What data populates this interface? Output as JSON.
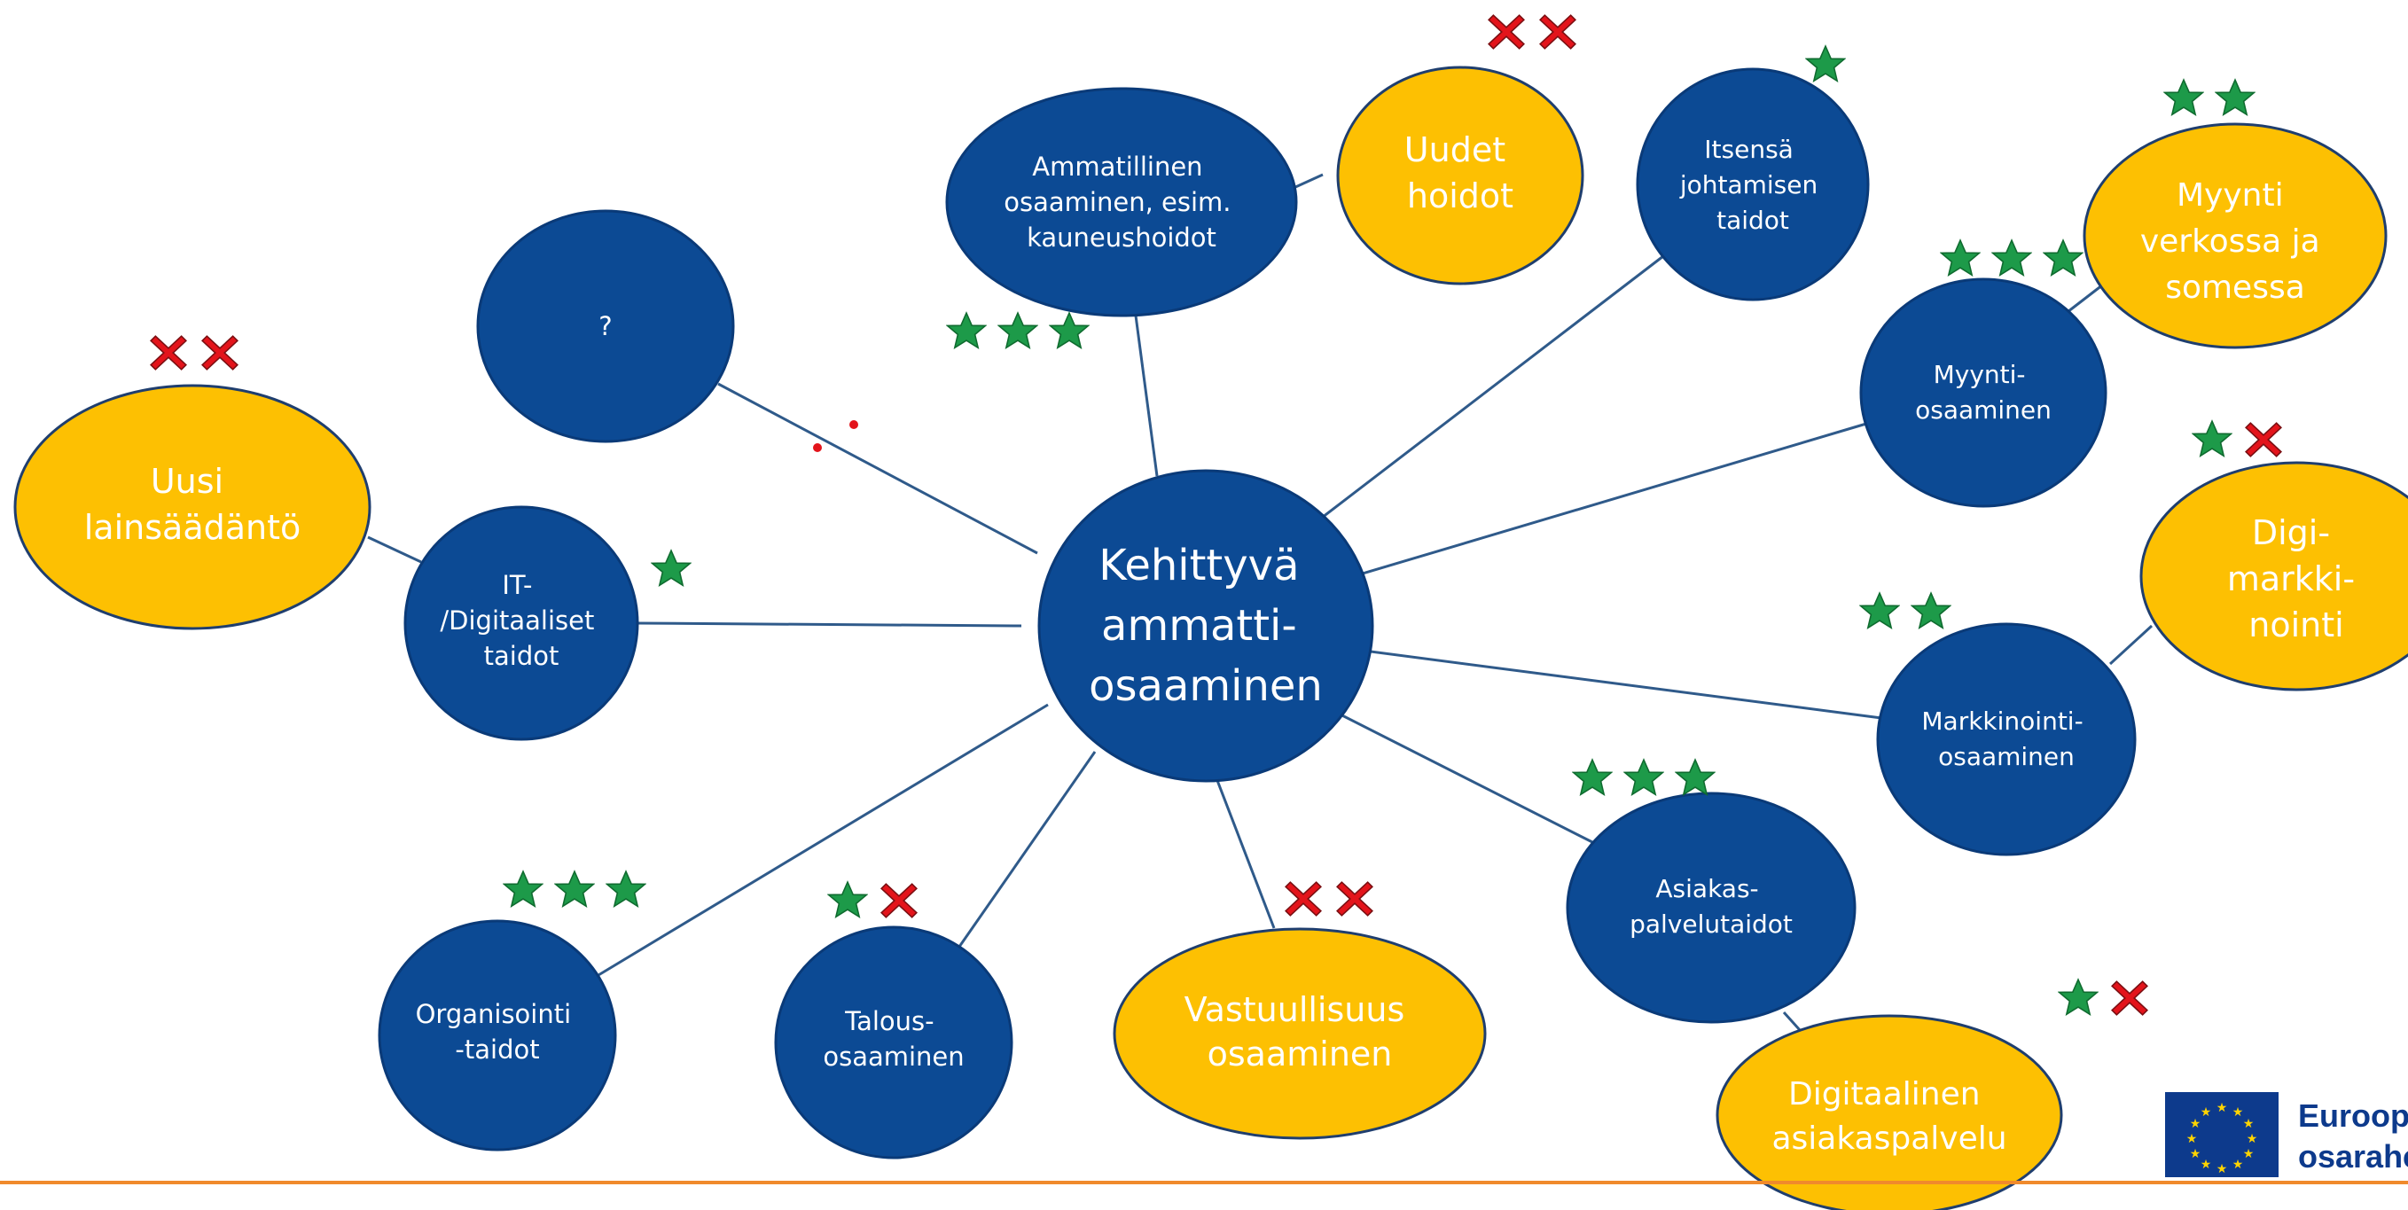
{
  "center": {
    "lines": [
      "Kehittyvä",
      "ammatti-",
      "osaaminen"
    ]
  },
  "nodes": {
    "ammatillinen": {
      "lines": [
        "Ammatillinen",
        "osaaminen, esim.",
        "kauneushoidot"
      ],
      "rating": {
        "stars": 3,
        "crosses": 0
      }
    },
    "question": {
      "lines": [
        "?"
      ]
    },
    "it": {
      "lines": [
        "IT-",
        "/Digitaaliset",
        "taidot"
      ],
      "rating": {
        "stars": 1,
        "crosses": 0
      }
    },
    "organisointi": {
      "lines": [
        "Organisointi",
        "-taidot"
      ],
      "rating": {
        "stars": 3,
        "crosses": 0
      }
    },
    "talous": {
      "lines": [
        "Talous-",
        "osaaminen"
      ],
      "rating": {
        "stars": 1,
        "crosses": 1
      }
    },
    "itsensa": {
      "lines": [
        "Itsensä",
        "johtamisen",
        "taidot"
      ],
      "rating": {
        "stars": 1,
        "crosses": 0
      }
    },
    "myynti": {
      "lines": [
        "Myynti-",
        "osaaminen"
      ],
      "rating": {
        "stars": 3,
        "crosses": 0
      }
    },
    "markkinointi": {
      "lines": [
        "Markkinointi-",
        "osaaminen"
      ],
      "rating": {
        "stars": 2,
        "crosses": 0
      }
    },
    "asiakas": {
      "lines": [
        "Asiakas-",
        "palvelutaidot"
      ],
      "rating": {
        "stars": 3,
        "crosses": 0
      }
    }
  },
  "future": {
    "uusi": {
      "lines": [
        "Uusi",
        "lainsäädäntö"
      ],
      "rating": {
        "stars": 0,
        "crosses": 2
      }
    },
    "uudet": {
      "lines": [
        "Uudet",
        "hoidot"
      ],
      "rating": {
        "stars": 0,
        "crosses": 2
      }
    },
    "vastuu": {
      "lines": [
        "Vastuullisuus",
        "osaaminen"
      ],
      "rating": {
        "stars": 0,
        "crosses": 2
      }
    },
    "myyntiverkko": {
      "lines": [
        "Myynti",
        "verkossa ja",
        "somessa"
      ],
      "rating": {
        "stars": 2,
        "crosses": 0
      }
    },
    "digimark": {
      "lines": [
        "Digi-",
        "markki-",
        "nointi"
      ],
      "rating": {
        "stars": 1,
        "crosses": 1
      }
    },
    "digiasiakas": {
      "lines": [
        "Digitaalinen",
        "asiakaspalvelu"
      ],
      "rating": {
        "stars": 1,
        "crosses": 1
      }
    }
  },
  "logo": {
    "line1": "Euroop",
    "line2": "osarahc"
  },
  "colors": {
    "primary": "#0c4a94",
    "accent": "#fdc002",
    "star": "#1d9a49",
    "cross": "#e3141b",
    "line": "#2f5a8a",
    "rule": "#f08a2c"
  }
}
